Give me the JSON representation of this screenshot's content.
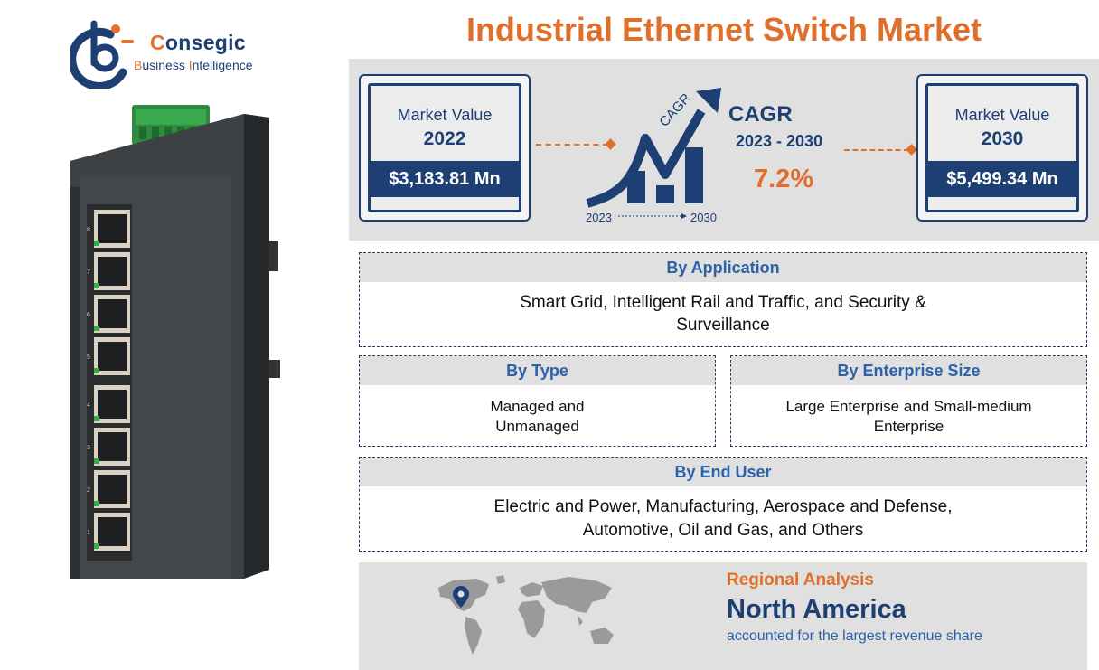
{
  "brand": {
    "name_prefix": "C",
    "name_rest": "onsegic",
    "subtitle_1": "B",
    "subtitle_2": "usiness ",
    "subtitle_3": "I",
    "subtitle_4": "ntelligence"
  },
  "title": "Industrial Ethernet Switch Market",
  "market_2022": {
    "label": "Market Value",
    "year": "2022",
    "value": "$3,183.81 Mn"
  },
  "market_2030": {
    "label": "Market Value",
    "year": "2030",
    "value": "$5,499.34 Mn"
  },
  "cagr": {
    "title": "CAGR",
    "years": "2023 - 2030",
    "value": "7.2%",
    "arrow_label": "CAGR",
    "start_year": "2023",
    "end_year": "2030"
  },
  "application": {
    "heading": "By Application",
    "text": "Smart Grid, Intelligent Rail and Traffic, and Security & Surveillance"
  },
  "type": {
    "heading": "By Type",
    "text": "Managed and Unmanaged"
  },
  "enterprise": {
    "heading": "By Enterprise Size",
    "text": "Large Enterprise and Small-medium Enterprise"
  },
  "end_user": {
    "heading": "By  End User",
    "text": "Electric and Power, Manufacturing, Aerospace and Defense, Automotive, Oil and Gas, and Others"
  },
  "region": {
    "label": "Regional Analysis",
    "name": "North America",
    "desc": "accounted for the largest revenue share"
  },
  "port_numbers": [
    "8",
    "7",
    "6",
    "5",
    "4",
    "3",
    "2",
    "1"
  ],
  "colors": {
    "navy": "#1d3f73",
    "orange": "#e06f2b",
    "blue": "#2b62a8",
    "panel_gray": "#e0e0e0"
  },
  "icons": [
    "consegic-logo-icon",
    "growth-chart-icon",
    "world-map-icon",
    "location-pin-icon",
    "ethernet-switch-image"
  ]
}
